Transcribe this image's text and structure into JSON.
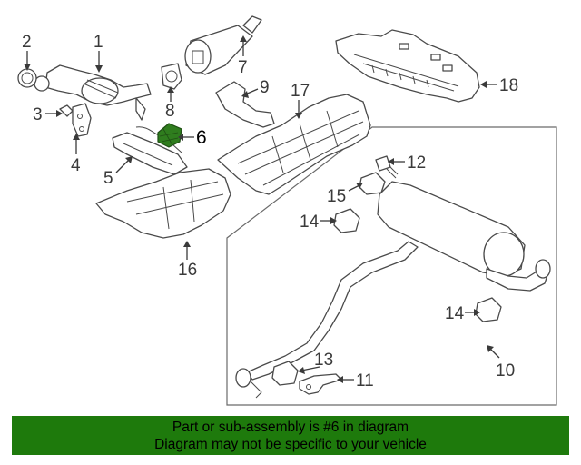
{
  "callouts": {
    "c1": "1",
    "c2": "2",
    "c3": "3",
    "c4": "4",
    "c5": "5",
    "c6": "6",
    "c7": "7",
    "c8": "8",
    "c9": "9",
    "c10": "10",
    "c11": "11",
    "c12": "12",
    "c13": "13",
    "c14a": "14",
    "c14b": "14",
    "c15": "15",
    "c16": "16",
    "c17": "17",
    "c18": "18"
  },
  "highlight": {
    "part": "6",
    "color": "#2f7d1e"
  },
  "banner": {
    "line1": "Part or sub-assembly is #6 in diagram",
    "line2": "Diagram may not be specific to your vehicle",
    "color": "#1e7a0c"
  }
}
